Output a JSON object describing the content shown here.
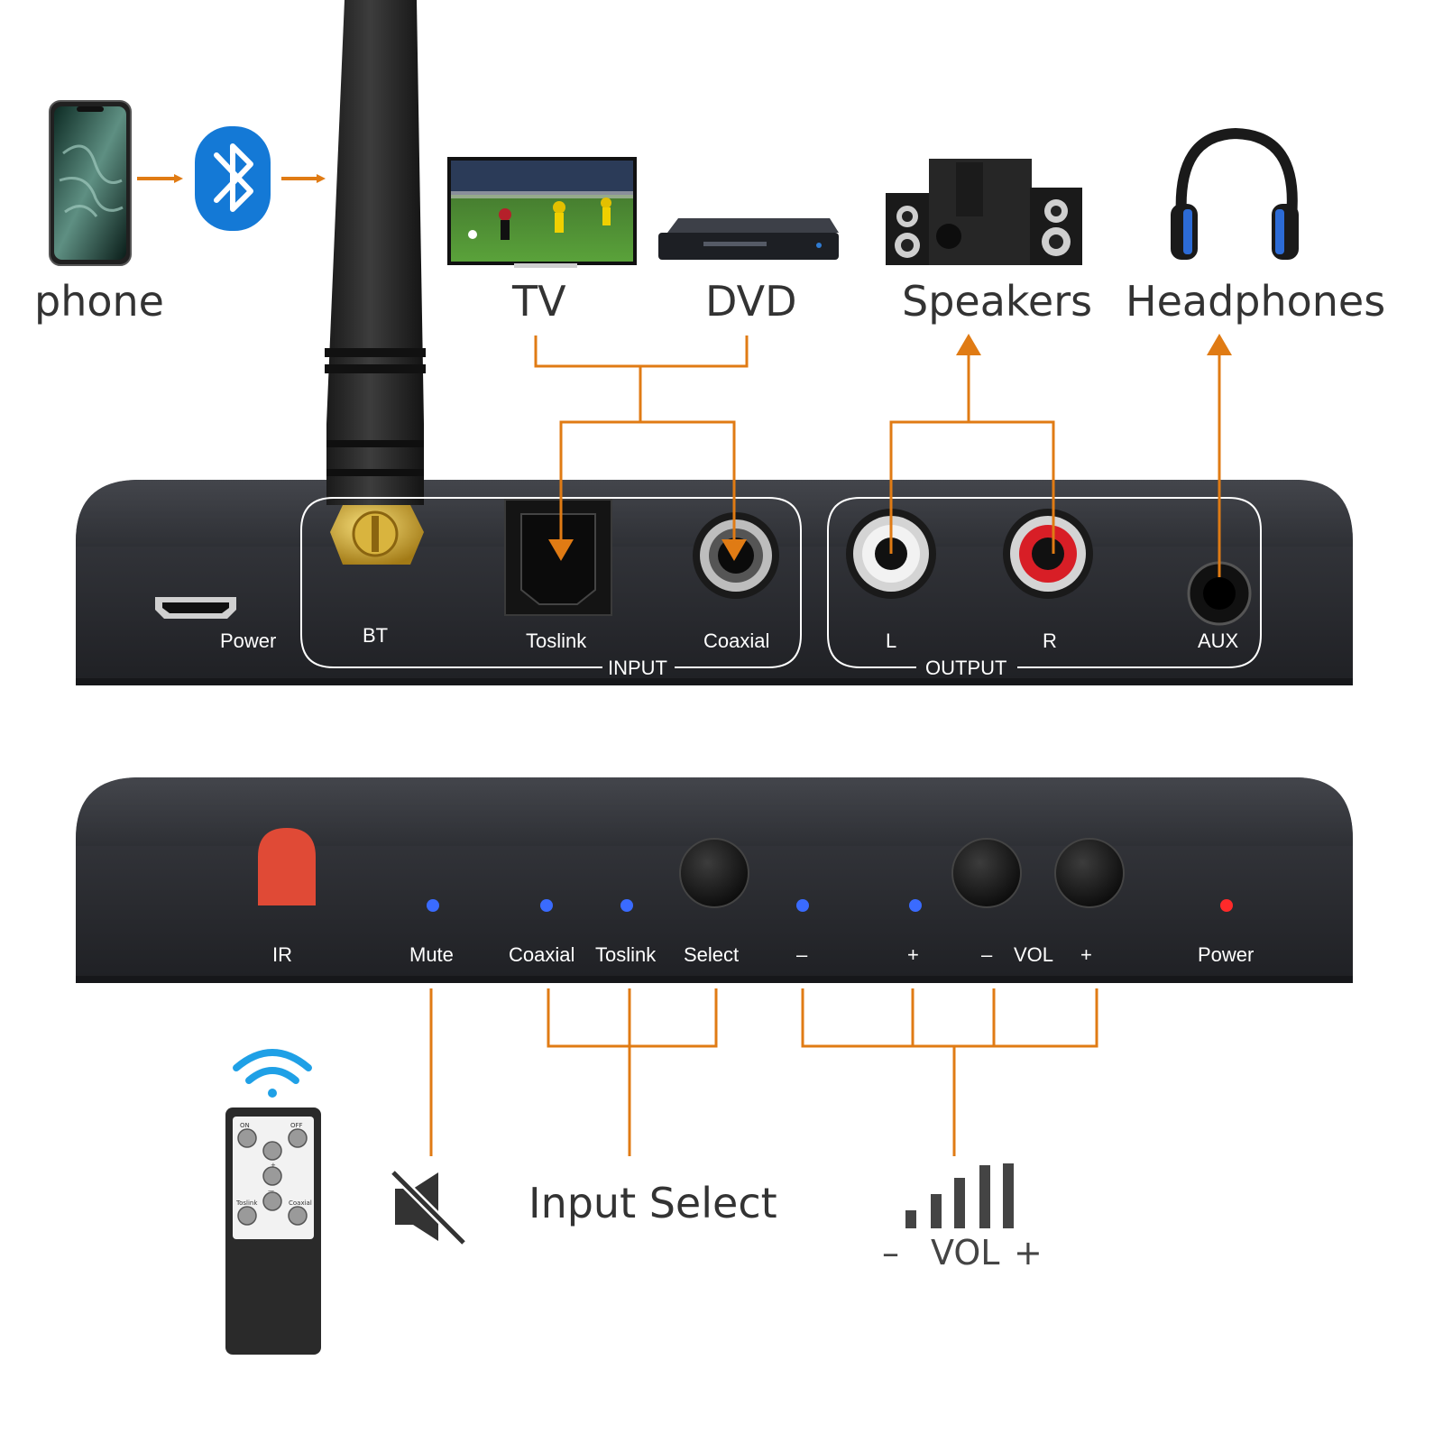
{
  "colors": {
    "accent": "#e07b14",
    "panel": "#2c2e33",
    "led_blue": "#3a6bff",
    "led_red": "#ff2a2a",
    "bluetooth": "#1479d6",
    "ir_window": "#e04a36"
  },
  "sources": {
    "phone": "phone",
    "tv": "TV",
    "dvd": "DVD",
    "speakers": "Speakers",
    "headphones": "Headphones"
  },
  "rear_panel": {
    "power": "Power",
    "bt": "BT",
    "toslink": "Toslink",
    "coaxial": "Coaxial",
    "input_section": "INPUT",
    "left": "L",
    "right": "R",
    "aux": "AUX",
    "output_section": "OUTPUT"
  },
  "front_panel": {
    "ir": "IR",
    "mute": "Mute",
    "coaxial": "Coaxial",
    "toslink": "Toslink",
    "select": "Select",
    "minus": "–",
    "plus": "+",
    "vol_minus": "–",
    "vol": "VOL",
    "vol_plus": "+",
    "power": "Power"
  },
  "legend": {
    "input_select": "Input Select",
    "vol_minus": "–",
    "vol": "VOL",
    "vol_plus": "+"
  },
  "remote": {
    "on": "ON",
    "off": "OFF",
    "plus": "+",
    "minus": "—",
    "toslink": "Toslink",
    "coaxial": "Coaxial"
  },
  "icons": [
    "phone-icon",
    "bluetooth-icon",
    "antenna-icon",
    "tv-icon",
    "dvd-player-icon",
    "speakers-icon",
    "headphones-icon",
    "remote-icon",
    "wifi-icon",
    "mute-icon",
    "volume-bars-icon"
  ]
}
